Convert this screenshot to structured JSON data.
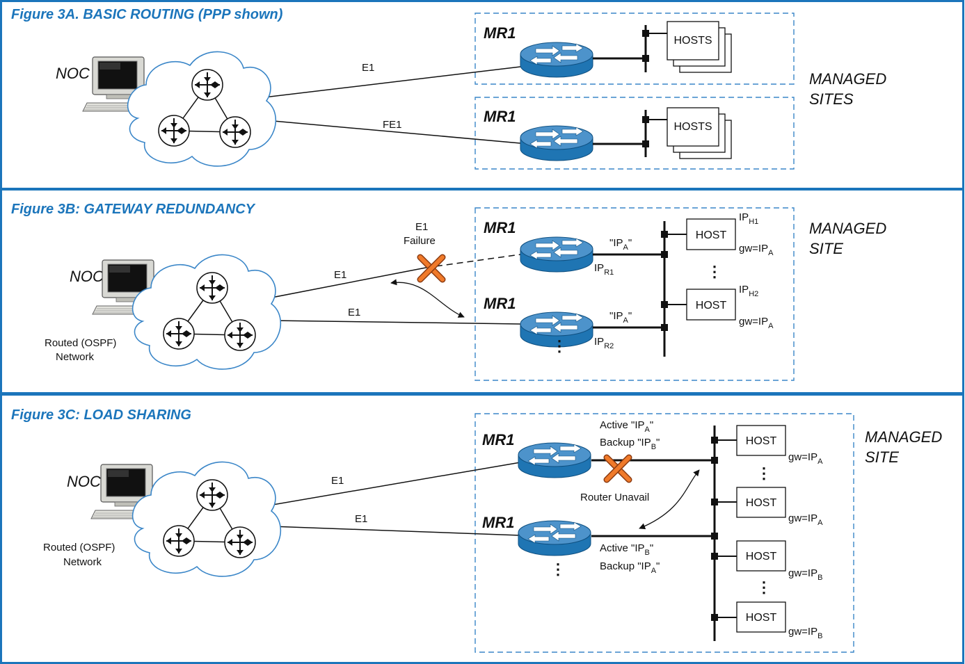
{
  "colors": {
    "accent": "#1b75bb",
    "router": "#1f75b3",
    "cloud_stroke": "#3a86c8",
    "fail_x": "#f07a2a"
  },
  "icons": [
    "pc-terminal-icon",
    "network-cloud-icon",
    "router-node-icon",
    "router-icon",
    "hosts-stack-icon",
    "failure-x-icon"
  ],
  "noc_label": "NOC",
  "mr_label": "MR1",
  "ospf": {
    "line1": "Routed (OSPF)",
    "line2": "Network"
  },
  "panel_a": {
    "title": "Figure 3A. BASIC ROUTING (PPP shown)",
    "link1": "E1",
    "link2": "FE1",
    "hosts": "HOSTS",
    "sites_line1": "MANAGED",
    "sites_line2": "SITES"
  },
  "panel_b": {
    "title": "Figure 3B: GATEWAY REDUNDANCY",
    "failure_line1": "E1",
    "failure_line2": "Failure",
    "link1": "E1",
    "link2": "E1",
    "host": "HOST",
    "site_line1": "MANAGED",
    "site_line2": "SITE",
    "vip": {
      "pre": "\"IP",
      "sub": "A",
      "post": "\""
    },
    "ip_r1": {
      "pre": "IP",
      "sub": "R1"
    },
    "ip_r2": {
      "pre": "IP",
      "sub": "R2"
    },
    "ip_h1": {
      "pre": "IP",
      "sub": "H1"
    },
    "ip_h2": {
      "pre": "IP",
      "sub": "H2"
    },
    "gw": {
      "pre": "gw=IP",
      "sub": "A"
    }
  },
  "panel_c": {
    "title": "Figure 3C: LOAD SHARING",
    "link1": "E1",
    "link2": "E1",
    "host": "HOST",
    "site_line1": "MANAGED",
    "site_line2": "SITE",
    "router_unavail": "Router Unavail",
    "r1_active": {
      "pre": "Active \"IP",
      "sub": "A",
      "post": "\""
    },
    "r1_backup": {
      "pre": "Backup \"IP",
      "sub": "B",
      "post": "\""
    },
    "r2_active": {
      "pre": "Active \"IP",
      "sub": "B",
      "post": "\""
    },
    "r2_backup": {
      "pre": "Backup \"IP",
      "sub": "A",
      "post": "\""
    },
    "gw_a": {
      "pre": "gw=IP",
      "sub": "A"
    },
    "gw_b": {
      "pre": "gw=IP",
      "sub": "B"
    }
  }
}
